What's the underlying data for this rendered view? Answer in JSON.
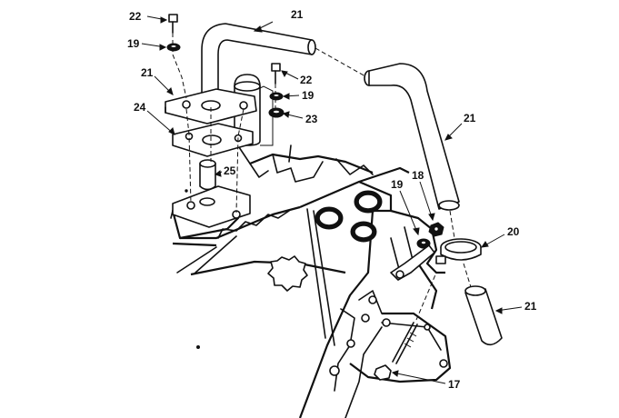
{
  "callouts": {
    "c21_top": "21",
    "c22_top": "22",
    "c19_top": "19",
    "c21_left": "21",
    "c22_mid": "22",
    "c19_mid": "19",
    "c23": "23",
    "c24": "24",
    "c25": "25",
    "c21_right": "21",
    "c18": "18",
    "c19_right": "19",
    "c20": "20",
    "c21_bottom": "21",
    "c17": "17"
  }
}
